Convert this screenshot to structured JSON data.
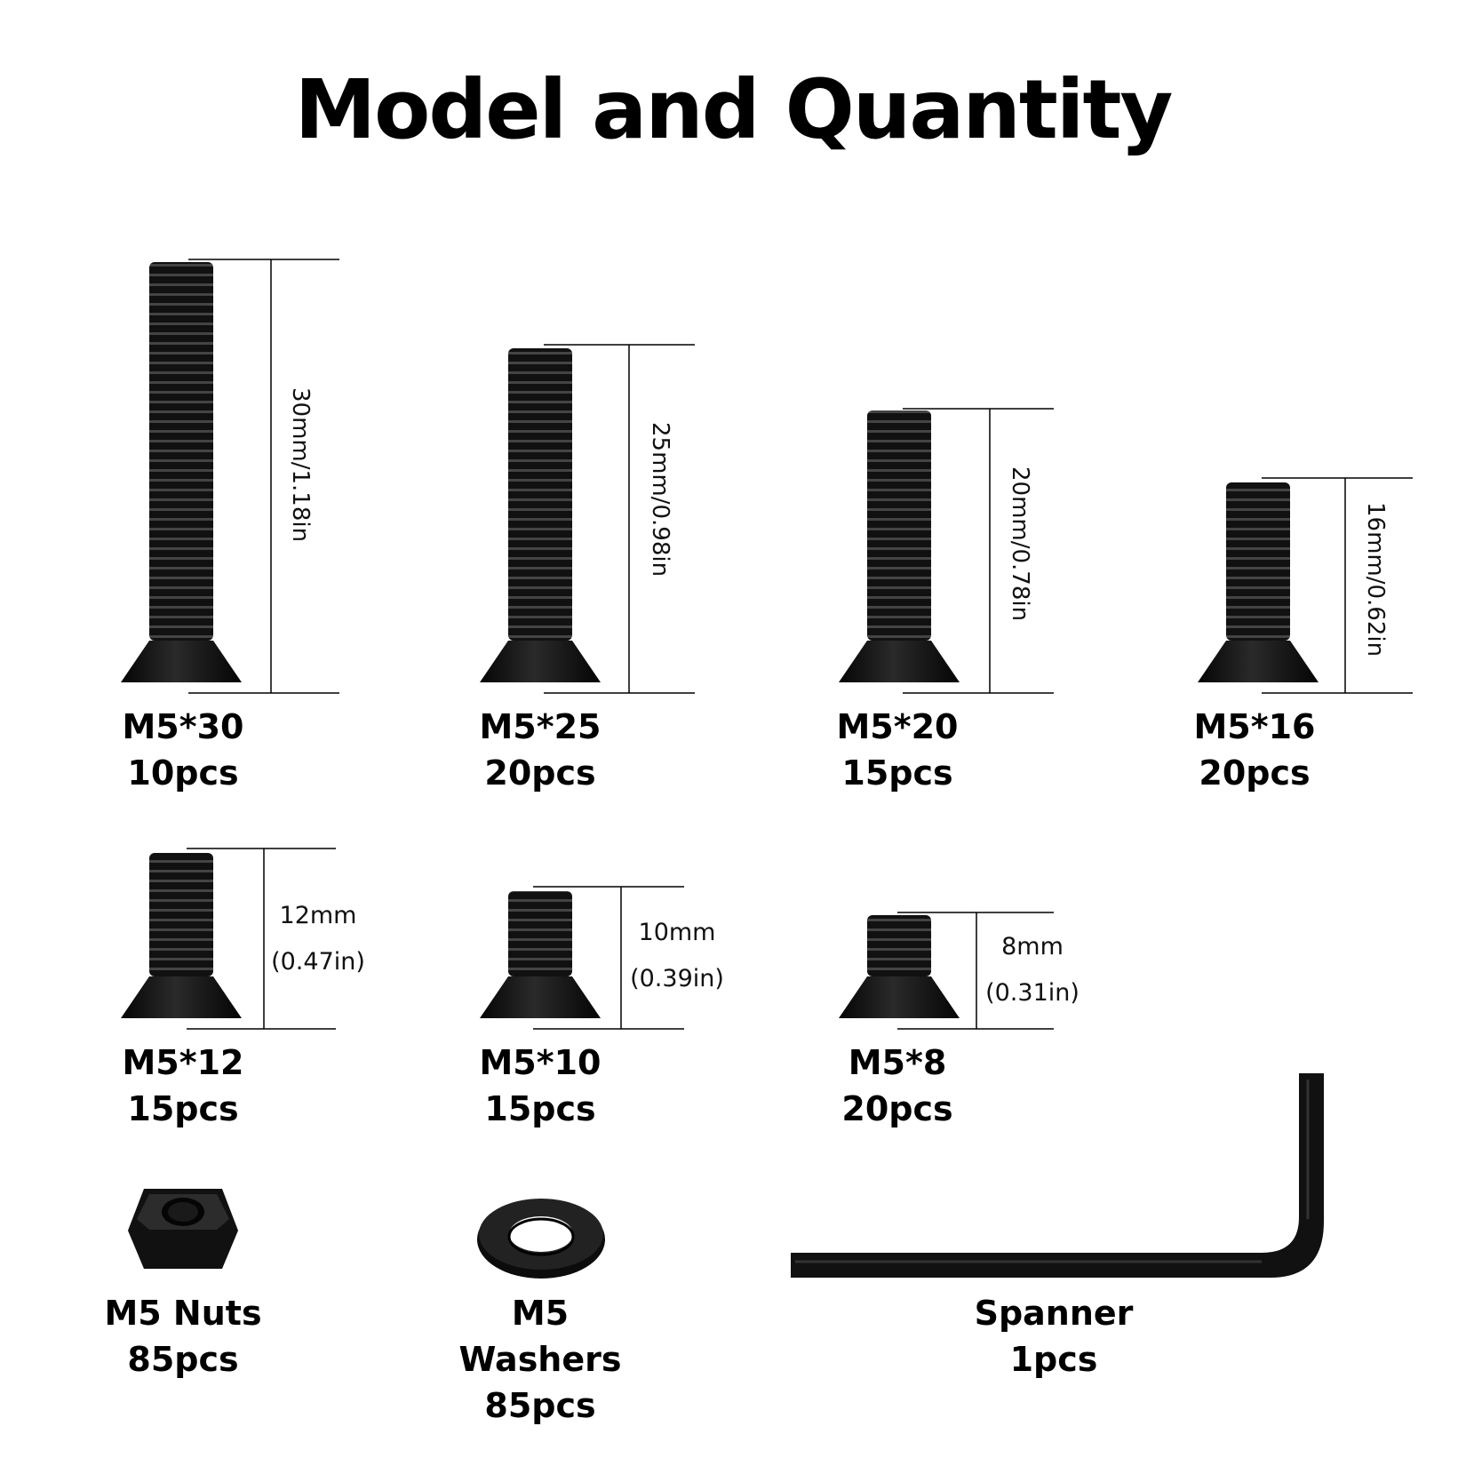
{
  "title": "Model and Quantity",
  "items": [
    {
      "model": "M5*30",
      "qty": "10pcs",
      "dim": "30mm/1.18in"
    },
    {
      "model": "M5*25",
      "qty": "20pcs",
      "dim": "25mm/0.98in"
    },
    {
      "model": "M5*20",
      "qty": "15pcs",
      "dim": "20mm/0.78in"
    },
    {
      "model": "M5*16",
      "qty": "20pcs",
      "dim": "16mm/0.62in"
    },
    {
      "model": "M5*12",
      "qty": "15pcs",
      "dim_mm": "12mm",
      "dim_in": "(0.47in)"
    },
    {
      "model": "M5*10",
      "qty": "15pcs",
      "dim_mm": "10mm",
      "dim_in": "(0.39in)"
    },
    {
      "model": "M5*8",
      "qty": "20pcs",
      "dim_mm": "8mm",
      "dim_in": "(0.31in)"
    }
  ],
  "nuts": {
    "name": "M5 Nuts",
    "qty": "85pcs"
  },
  "washers": {
    "name_line1": "M5",
    "name_line2": "Washers",
    "qty": "85pcs"
  },
  "spanner": {
    "name": "Spanner",
    "qty": "1pcs"
  },
  "colors": {
    "metal": "#111111",
    "highlight": "#3a3a3a",
    "line": "#000000"
  }
}
